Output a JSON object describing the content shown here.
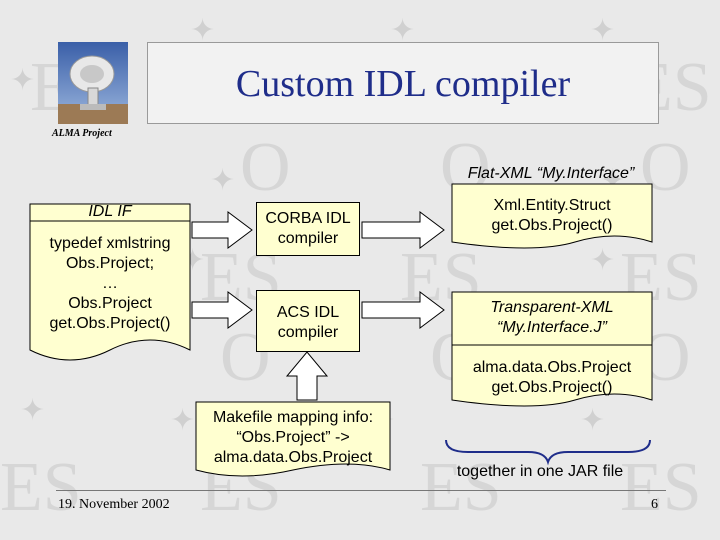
{
  "slide": {
    "title": "Custom IDL compiler",
    "logo_label": "ALMA Project",
    "footer_date": "19. November 2002",
    "page_number": "6"
  },
  "idl_doc": {
    "heading": "IDL IF",
    "lines": [
      "typedef xmlstring",
      "Obs.Project;",
      "…",
      "Obs.Project",
      "get.Obs.Project()"
    ]
  },
  "corba_box": {
    "lines": [
      "CORBA IDL",
      "compiler"
    ]
  },
  "acs_box": {
    "lines": [
      "ACS IDL",
      "compiler"
    ]
  },
  "flat_xml": {
    "label": "Flat-XML “My.Interface”",
    "lines": [
      "Xml.Entity.Struct",
      "get.Obs.Project()"
    ]
  },
  "transparent_xml": {
    "lines": [
      "Transparent-XML",
      "“My.Interface.J”"
    ],
    "sub_lines": [
      "alma.data.Obs.Project",
      "get.Obs.Project()"
    ]
  },
  "makefile_doc": {
    "lines": [
      "Makefile mapping info:",
      "“Obs.Project” ->",
      "alma.data.Obs.Project"
    ]
  },
  "jar_note": "together in one JAR file",
  "colors": {
    "box_fill": "#ffffd0",
    "title_color": "#1f2d8a",
    "background": "#e9e9e9"
  }
}
